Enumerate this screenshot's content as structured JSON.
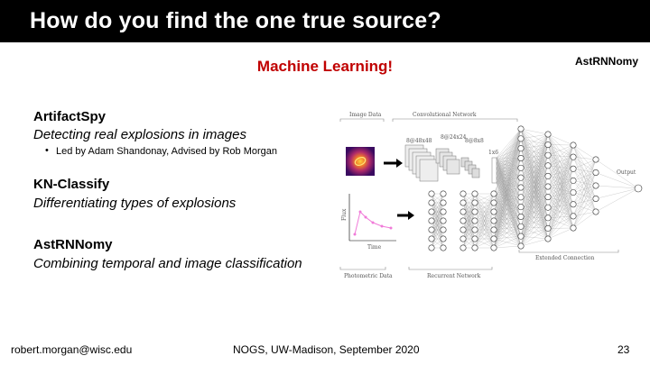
{
  "slide": {
    "title": "How do you find the one true source?",
    "subtitle": "Machine Learning!",
    "corner_label": "AstRNNomy"
  },
  "items": [
    {
      "heading": "ArtifactSpy",
      "description": "Detecting real explosions in images",
      "bullet": "Led by Adam Shandonay, Advised by Rob Morgan"
    },
    {
      "heading": "KN-Classify",
      "description": "Differentiating types of explosions"
    },
    {
      "heading": "AstRNNomy",
      "description": "Combining temporal and image classification"
    }
  ],
  "diagram": {
    "image_data": "Image Data",
    "conv_network": "Convolutional Network",
    "dim_1": "8@48x48",
    "dim_2": "8@24x24",
    "dim_3": "8@8x8",
    "dim_4": "1x6",
    "output": "Output",
    "flux": "Flux",
    "time": "Time",
    "photometric": "Photometric Data",
    "recurrent": "Recurrent Network",
    "extended": "Extended Connection"
  },
  "footer": {
    "email": "robert.morgan@wisc.edu",
    "event": "NOGS, UW-Madison, September 2020",
    "page": "23"
  },
  "colors": {
    "title_bar": "#000000",
    "accent_red": "#c00000",
    "plot_pink": "#f07ad8"
  }
}
